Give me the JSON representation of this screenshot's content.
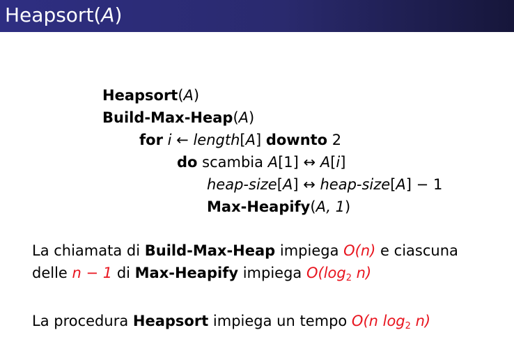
{
  "slide": {
    "title": {
      "name": "Heapsort",
      "arg": "A"
    }
  },
  "algorithm": {
    "header": {
      "name": "Heapsort",
      "arg": "A"
    },
    "line1": {
      "name": "Build-Max-Heap",
      "arg": "A"
    },
    "line2": {
      "kw_for": "for",
      "var": "i",
      "arrow": "←",
      "length": "length",
      "arr": "A",
      "kw_downto": "downto",
      "end": "2"
    },
    "line3": {
      "kw_do": "do",
      "verb": "scambia",
      "arr1": "A",
      "idx1": "1",
      "swap": "↔",
      "arr2": "A",
      "idx2": "i"
    },
    "line4": {
      "hs1": "heap-size",
      "arr1": "A",
      "swap": "↔",
      "hs2": "heap-size",
      "arr2": "A",
      "minus": "− 1"
    },
    "line5": {
      "name": "Max-Heapify",
      "args": "A, 1"
    }
  },
  "text": {
    "p1": {
      "t1": "La chiamata di ",
      "b1": "Build-Max-Heap",
      "t2": " impiega ",
      "m1": "O(n)",
      "t3": " e ciascuna",
      "t4": "delle ",
      "m2": "n − 1",
      "t5": " di ",
      "b2": "Max-Heapify",
      "t6": " impiega ",
      "m3a": "O(log",
      "m3sub": "2",
      "m3b": " n)"
    },
    "p2": {
      "t1": "La procedura ",
      "b1": "Heapsort",
      "t2": " impiega un tempo ",
      "m1a": "O(n log",
      "m1sub": "2",
      "m1b": " n)"
    }
  },
  "colors": {
    "title_bar": "#2e2e82",
    "math_red": "#e8141e"
  }
}
